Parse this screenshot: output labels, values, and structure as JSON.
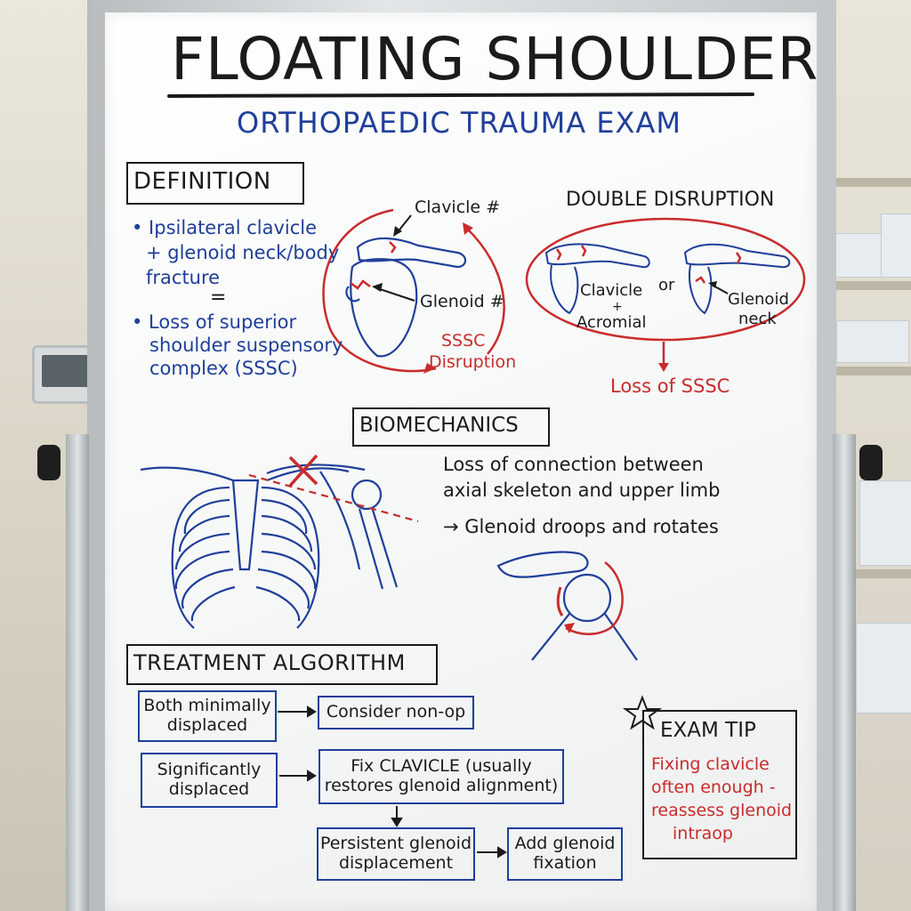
{
  "title": "FLOATING SHOULDER",
  "subtitle": "ORTHOPAEDIC TRAUMA EXAM",
  "definition": {
    "heading": "DEFINITION",
    "bullet1_line1": "• Ipsilateral clavicle",
    "bullet1_line2": "+ glenoid neck/body",
    "bullet1_line3": "fracture",
    "equals": "=",
    "bullet2_line1": "• Loss of superior",
    "bullet2_line2": "shoulder suspensory",
    "bullet2_line3": "complex (SSSC)"
  },
  "diagram1": {
    "clavicle_label": "Clavicle #",
    "glenoid_label": "Glenoid #",
    "sssc_line1": "SSSC",
    "sssc_line2": "Disruption"
  },
  "double_disruption": {
    "heading": "DOUBLE DISRUPTION",
    "left_label1": "Clavicle",
    "left_plus": "+",
    "left_label2": "Acromial",
    "or": "or",
    "right_label1": "Glenoid",
    "right_label2": "neck",
    "result": "Loss of SSSC"
  },
  "biomechanics": {
    "heading": "BIOMECHANICS",
    "line1": "Loss of connection between",
    "line2": "axial skeleton and upper limb",
    "line3": "→ Glenoid droops and rotates"
  },
  "treatment": {
    "heading": "TREATMENT ALGORITHM",
    "box1": "Both minimally\ndisplaced",
    "box2": "Consider non-op",
    "box3": "Significantly\ndisplaced",
    "box4": "Fix CLAVICLE (usually\nrestores glenoid alignment)",
    "box5": "Persistent glenoid\ndisplacement",
    "box6": "Add glenoid\nfixation"
  },
  "exam_tip": {
    "heading": "EXAM TIP",
    "line1": "Fixing clavicle",
    "line2": "often enough -",
    "line3": "reassess glenoid",
    "line4": "intraop"
  },
  "colors": {
    "ink_black": "#1b1b1b",
    "ink_blue": "#1f3f9a",
    "ink_red": "#c92c2c",
    "board": "#f6f7f7"
  }
}
